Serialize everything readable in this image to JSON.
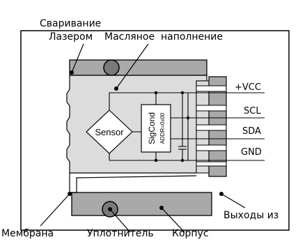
{
  "labels": {
    "welding": "Сваривание",
    "laser": "Лазером",
    "oil_fill": "Масляное  наполнение",
    "membrane": "Мембрана",
    "seal": "Уплотнитель",
    "housing": "Корпус",
    "outputs": "Выходы из"
  },
  "components": {
    "sensor": "Sensor",
    "chip_name": "SigCond",
    "chip_addr": "ADDR=0x00"
  },
  "pins": [
    "+VCC",
    "SCL",
    "SDA",
    "GND"
  ],
  "colors": {
    "housing_fill": "#a9a9a9",
    "body_fill": "#dcdcdc",
    "outline": "#000000",
    "frame": "#000000"
  }
}
